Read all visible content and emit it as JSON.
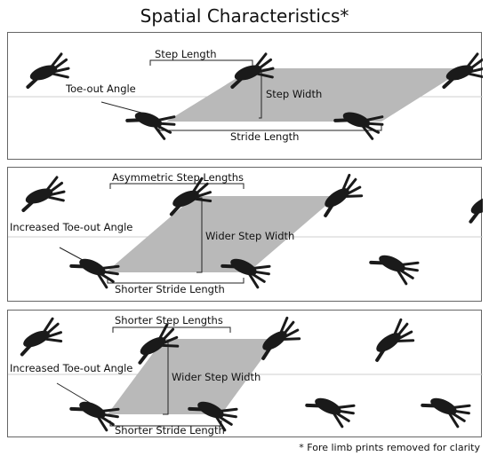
{
  "title": "Spatial Characteristics*",
  "footnote": "* Fore limb prints removed for clarity",
  "panels": [
    {
      "step_length": "Step Length",
      "toe_out_angle": "Toe-out Angle",
      "step_width": "Step Width",
      "stride_length": "Stride Length"
    },
    {
      "step_length": "Asymmetric Step Lengths",
      "toe_out_angle": "Increased Toe-out Angle",
      "step_width": "Wider Step Width",
      "stride_length": "Shorter Stride Length"
    },
    {
      "step_length": "Shorter Step Lengths",
      "toe_out_angle": "Increased Toe-out Angle",
      "step_width": "Wider Step Width",
      "stride_length": "Shorter Stride Length"
    }
  ],
  "colors": {
    "footprint": "#1a1a1a",
    "region": "#b9b9b9",
    "midline": "#cfcfcf",
    "panel_border": "#666666"
  },
  "icons": [
    "paw-print-icon"
  ]
}
